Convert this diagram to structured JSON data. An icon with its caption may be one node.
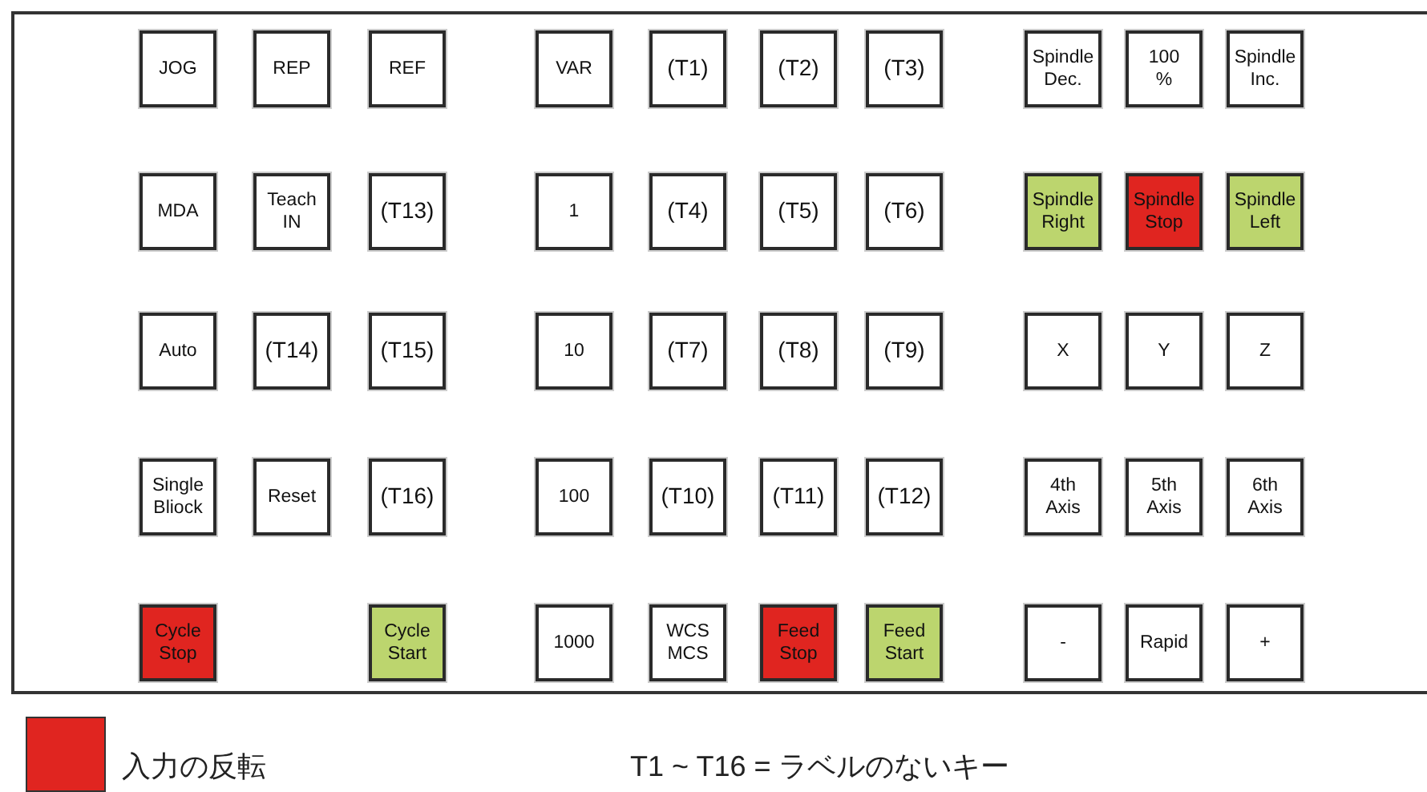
{
  "diagram": {
    "nodes": [
      {
        "text": [
          "JOG"
        ]
      },
      {
        "text": [
          "REP"
        ]
      },
      {
        "text": [
          "REF"
        ]
      },
      {
        "text": [
          "VAR"
        ]
      },
      {
        "text": [
          "(T1)"
        ]
      },
      {
        "text": [
          "(T2)"
        ]
      },
      {
        "text": [
          "(T3)"
        ]
      },
      {
        "text": [
          "Spindle Dec."
        ]
      },
      {
        "text": [
          "100 %"
        ]
      },
      {
        "text": [
          "Spindle Inc."
        ]
      },
      {
        "text": [
          "MDA"
        ]
      },
      {
        "text": [
          "Teach IN"
        ]
      },
      {
        "text": [
          "(T13)"
        ]
      },
      {
        "text": [
          "1"
        ]
      },
      {
        "text": [
          "(T4)"
        ]
      },
      {
        "text": [
          "(T5)"
        ]
      },
      {
        "text": [
          "(T6)"
        ]
      },
      {
        "text": [
          "Spindle Right"
        ]
      },
      {
        "text": [
          "Spindle Stop"
        ]
      },
      {
        "text": [
          "Spindle Left"
        ]
      },
      {
        "text": [
          "Auto"
        ]
      },
      {
        "text": [
          "(T14)"
        ]
      },
      {
        "text": [
          "(T15)"
        ]
      },
      {
        "text": [
          "10"
        ]
      },
      {
        "text": [
          "(T7)"
        ]
      },
      {
        "text": [
          "(T8)"
        ]
      },
      {
        "text": [
          "(T9)"
        ]
      },
      {
        "text": [
          "X"
        ]
      },
      {
        "text": [
          "Y"
        ]
      },
      {
        "text": [
          "Z"
        ]
      },
      {
        "text": [
          "Single Bliock"
        ]
      },
      {
        "text": [
          "Reset"
        ]
      },
      {
        "text": [
          "(T16)"
        ]
      },
      {
        "text": [
          "100"
        ]
      },
      {
        "text": [
          "(T10)"
        ]
      },
      {
        "text": [
          "(T11)"
        ]
      },
      {
        "text": [
          "(T12)"
        ]
      },
      {
        "text": [
          "4th Axis"
        ]
      },
      {
        "text": [
          "5th Axis"
        ]
      },
      {
        "text": [
          "6th Axis"
        ]
      },
      {
        "text": [
          "Cycle Stop"
        ]
      },
      {
        "text": [
          "Cycle Start"
        ]
      },
      {
        "text": [
          "1000"
        ]
      },
      {
        "text": [
          "WCS MCS"
        ]
      },
      {
        "text": [
          "Feed Stop"
        ]
      },
      {
        "text": [
          "Feed Start"
        ]
      },
      {
        "text": [
          "-"
        ]
      },
      {
        "text": [
          "Rapid"
        ]
      },
      {
        "text": [
          "+"
        ]
      }
    ],
    "labels": [
      "T1 ~ T16 = ラベルのないキー"
    ],
    "legend": [
      {
        "text": "入力の反転",
        "color": "#e02520"
      }
    ]
  }
}
